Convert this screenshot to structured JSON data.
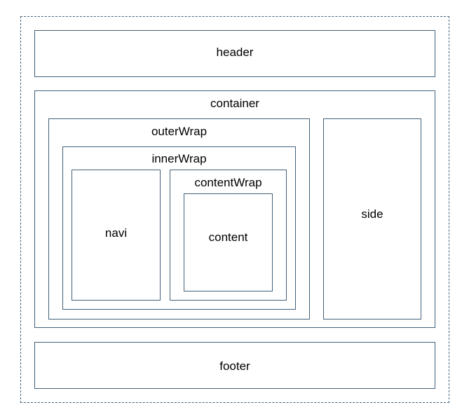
{
  "diagram": {
    "header": "header",
    "container": "container",
    "outer_wrap": "outerWrap",
    "inner_wrap": "innerWrap",
    "navi": "navi",
    "content_wrap": "contentWrap",
    "content": "content",
    "side": "side",
    "footer": "footer"
  },
  "colors": {
    "border": "#41607a",
    "background": "#ffffff",
    "text": "#000000"
  }
}
